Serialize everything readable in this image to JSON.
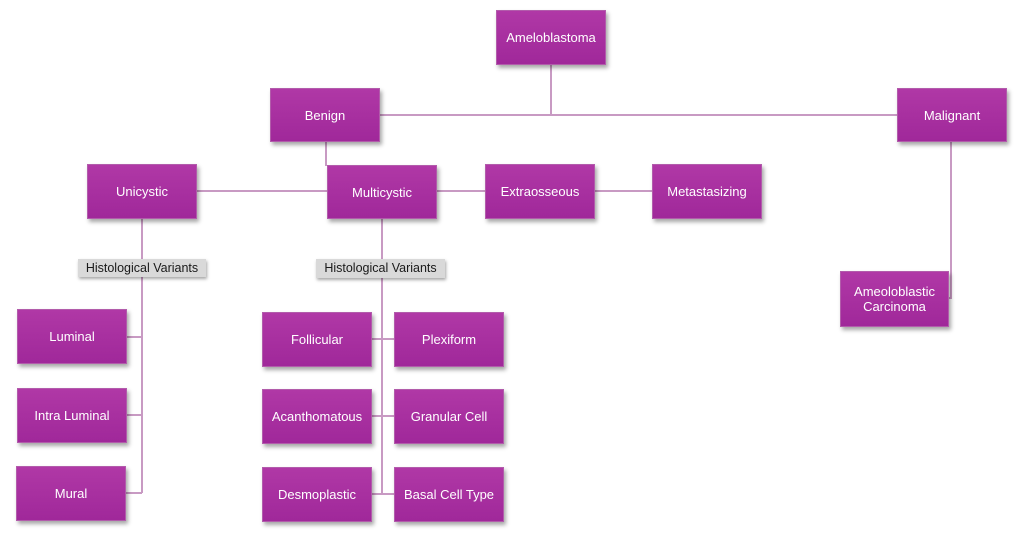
{
  "nodes": {
    "root": "Ameloblastoma",
    "benign": "Benign",
    "malignant": "Malignant",
    "unicystic": "Unicystic",
    "multicystic": "Multicystic",
    "extraosseous": "Extraosseous",
    "metastasizing": "Metastasizing",
    "carcinoma": "Ameoloblastic\nCarcinoma",
    "luminal": "Luminal",
    "intra_luminal": "Intra Luminal",
    "mural": "Mural",
    "follicular": "Follicular",
    "plexiform": "Plexiform",
    "acanthomatous": "Acanthomatous",
    "granular_cell": "Granular Cell",
    "desmoplastic": "Desmoplastic",
    "basal_cell_type": "Basal Cell Type"
  },
  "labels": {
    "unicystic_variants": "Histological Variants",
    "multicystic_variants": "Histological Variants"
  },
  "colors": {
    "node_fill": "#a82f9f",
    "connector": "#c89ac3",
    "label_fill": "#d9d9d9"
  }
}
